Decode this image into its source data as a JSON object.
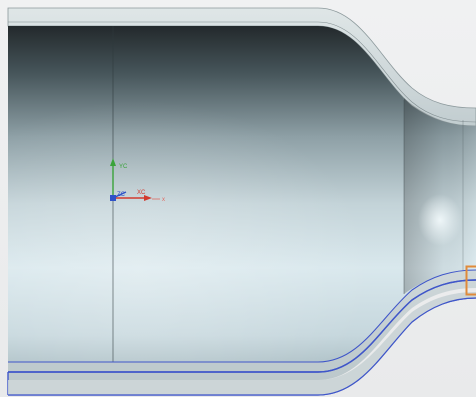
{
  "viewport": {
    "background": "#ececed",
    "accent_selection_color": "#e08a3a",
    "edge_highlight_color": "#3f56c9"
  },
  "triad": {
    "y_label": "YC",
    "x_label": "XC",
    "z_label": "ZC",
    "x_color": "#d23a2e",
    "y_color": "#3aa33a",
    "z_color": "#2f52c8"
  },
  "model": {
    "type": "revolved-shell",
    "shell_color": "#cfd8da",
    "inner_color_light": "#d7e6ea",
    "inner_color_dark": "#1f2528"
  }
}
